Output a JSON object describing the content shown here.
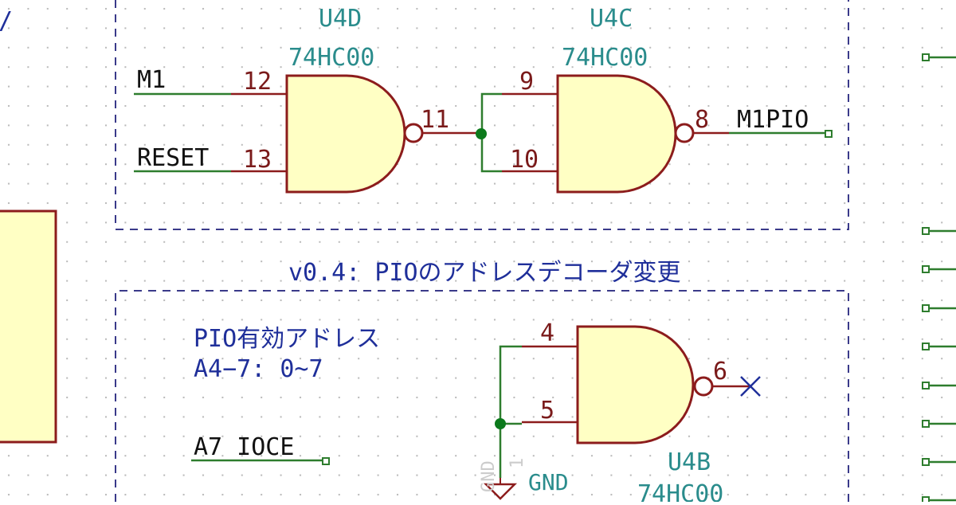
{
  "colors": {
    "background": "#ffffff",
    "grid_dot": "#b8b8b8",
    "gate_fill": "#ffffc4",
    "gate_outline": "#8c1c1c",
    "wire": "#2e7d2e",
    "junction": "#0c7a1c",
    "pin_line": "#8c1c1c",
    "sheet_border": "#3a3a8a",
    "ref_text": "#2a8c8c",
    "pin_text": "#7a1a1a",
    "net_text": "#111111",
    "note_text": "#1f2f9a",
    "no_connect": "#1f2f9a"
  },
  "gates": {
    "u4d": {
      "ref": "U4D",
      "value": "74HC00",
      "pin_in_a": "12",
      "pin_in_b": "13",
      "pin_out": "11"
    },
    "u4c": {
      "ref": "U4C",
      "value": "74HC00",
      "pin_in_a": "9",
      "pin_in_b": "10",
      "pin_out": "8"
    },
    "u4b": {
      "ref": "U4B",
      "value": "74HC00",
      "pin_in_a": "4",
      "pin_in_b": "5",
      "pin_out": "6"
    }
  },
  "nets": {
    "m1": "M1",
    "reset": "RESET",
    "m1pio": "M1PIO",
    "a7_iocE": "A7 IOCE"
  },
  "power": {
    "gnd_label": "GND",
    "gnd_ghost": "GND",
    "gnd_pin": "1"
  },
  "notes": {
    "section_title": "v0.4: PIOのアドレスデコーダ変更",
    "pio_line1": "PIO有効アドレス",
    "pio_line2": "A4−7: 0~7"
  },
  "partial": {
    "top_left_glyph": "/"
  }
}
